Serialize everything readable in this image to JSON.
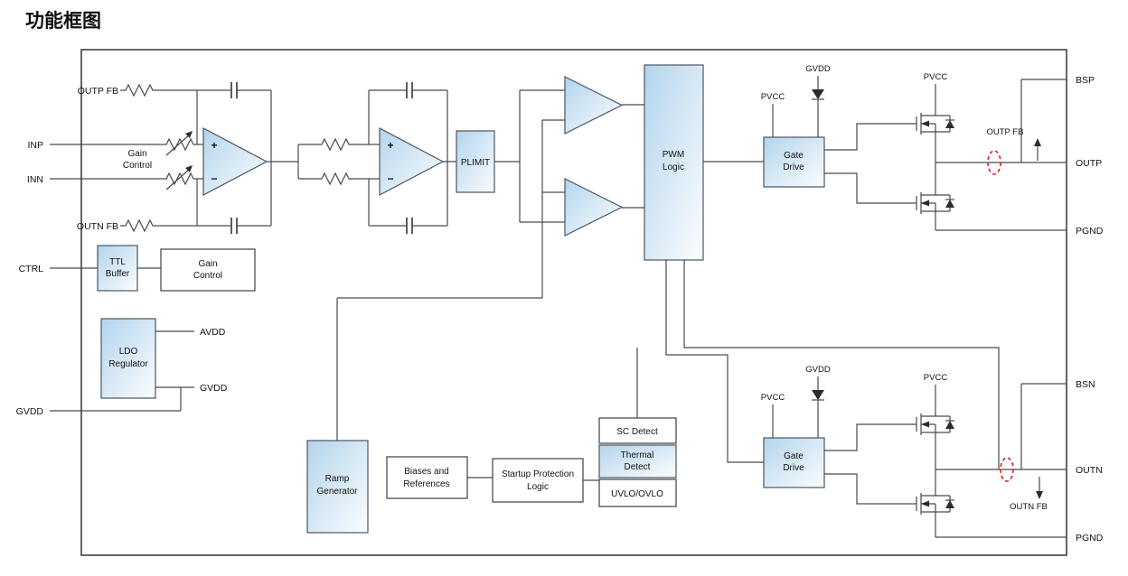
{
  "title": "功能框图",
  "pins": {
    "left": {
      "outp_fb": "OUTP FB",
      "inp": "INP",
      "inn": "INN",
      "outn_fb": "OUTN FB",
      "ctrl": "CTRL",
      "gvdd": "GVDD"
    },
    "right": {
      "bsp": "BSP",
      "outp": "OUTP",
      "pgnd_top": "PGND",
      "bsn": "BSN",
      "outn": "OUTN",
      "pgnd_bot": "PGND"
    }
  },
  "blocks": {
    "input_gain": {
      "l1": "Gain",
      "l2": "Control"
    },
    "plimit": {
      "l1": "PLIMIT"
    },
    "pwm": {
      "l1": "PWM",
      "l2": "Logic"
    },
    "gate_drive_top": {
      "l1": "Gate",
      "l2": "Drive"
    },
    "gate_drive_bot": {
      "l1": "Gate",
      "l2": "Drive"
    },
    "ttl": {
      "l1": "TTL",
      "l2": "Buffer"
    },
    "gain_box": {
      "l1": "Gain",
      "l2": "Control"
    },
    "ldo": {
      "l1": "LDO",
      "l2": "Regulator"
    },
    "ramp": {
      "l1": "Ramp",
      "l2": "Generator"
    },
    "biases": {
      "l1": "Biases and",
      "l2": "References"
    },
    "startup": {
      "l1": "Startup Protection",
      "l2": "Logic"
    },
    "sc_detect": {
      "l1": "SC Detect"
    },
    "thermal": {
      "l1": "Thermal",
      "l2": "Detect"
    },
    "uvlo": {
      "l1": "UVLO/OVLO"
    }
  },
  "power": {
    "gvdd_top": "GVDD",
    "pvcc_top_left": "PVCC",
    "pvcc_top_right": "PVCC",
    "outp_fb_tap": "OUTP FB",
    "gvdd_bot": "GVDD",
    "pvcc_bot_left": "PVCC",
    "pvcc_bot_right": "PVCC",
    "outn_fb_tap": "OUTN FB",
    "avdd": "AVDD",
    "gvdd_ldo": "GVDD"
  },
  "symbols": {
    "plus": "+",
    "minus": "−"
  },
  "colors": {
    "block_grad_start": "#b3d4ec",
    "block_grad_end": "#fbfdff",
    "wire": "#4a4a4a",
    "outline": "#4c5560",
    "red_marker": "#e01f26",
    "text": "#111111"
  }
}
